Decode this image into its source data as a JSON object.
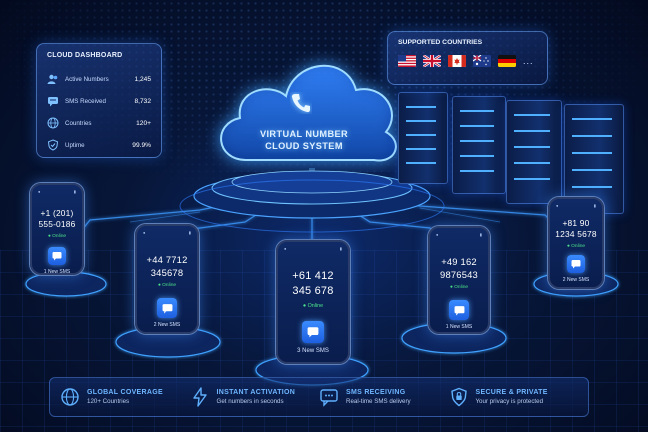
{
  "dashboard": {
    "title": "CLOUD DASHBOARD",
    "stats": [
      {
        "label": "Active Numbers",
        "value": "1,245",
        "icon": "users-icon"
      },
      {
        "label": "SMS Received",
        "value": "8,732",
        "icon": "message-icon"
      },
      {
        "label": "Countries",
        "value": "120+",
        "icon": "globe-icon"
      },
      {
        "label": "Uptime",
        "value": "99.9%",
        "icon": "shield-check-icon"
      }
    ]
  },
  "supported": {
    "title": "SUPPORTED COUNTRIES",
    "flags": [
      "us-flag-icon",
      "uk-flag-icon",
      "canada-flag-icon",
      "australia-flag-icon",
      "germany-flag-icon"
    ],
    "more": "..."
  },
  "cloud": {
    "line1": "VIRTUAL NUMBER",
    "line2": "CLOUD SYSTEM",
    "icon": "phone-handset-icon"
  },
  "phones": [
    {
      "number_line1": "+1 (201)",
      "number_line2": "555-0186",
      "status": "Online",
      "sms": "1 New SMS"
    },
    {
      "number_line1": "+44 7712",
      "number_line2": "345678",
      "status": "Online",
      "sms": "2 New SMS"
    },
    {
      "number_line1": "+61 412",
      "number_line2": "345 678",
      "status": "Online",
      "sms": "3 New SMS"
    },
    {
      "number_line1": "+49 162",
      "number_line2": "9876543",
      "status": "Online",
      "sms": "1 New SMS"
    },
    {
      "number_line1": "+81 90",
      "number_line2": "1234 5678",
      "status": "Online",
      "sms": "2 New SMS"
    }
  ],
  "features": [
    {
      "title": "GLOBAL COVERAGE",
      "subtitle": "120+ Countries",
      "icon": "globe-icon"
    },
    {
      "title": "INSTANT ACTIVATION",
      "subtitle": "Get numbers in seconds",
      "icon": "lightning-icon"
    },
    {
      "title": "SMS RECEIVING",
      "subtitle": "Real-time SMS delivery",
      "icon": "message-icon"
    },
    {
      "title": "SECURE & PRIVATE",
      "subtitle": "Your privacy is protected",
      "icon": "lock-shield-icon"
    }
  ],
  "colors": {
    "accent": "#3a8bff",
    "online": "#4be38a",
    "background": "#071638"
  }
}
